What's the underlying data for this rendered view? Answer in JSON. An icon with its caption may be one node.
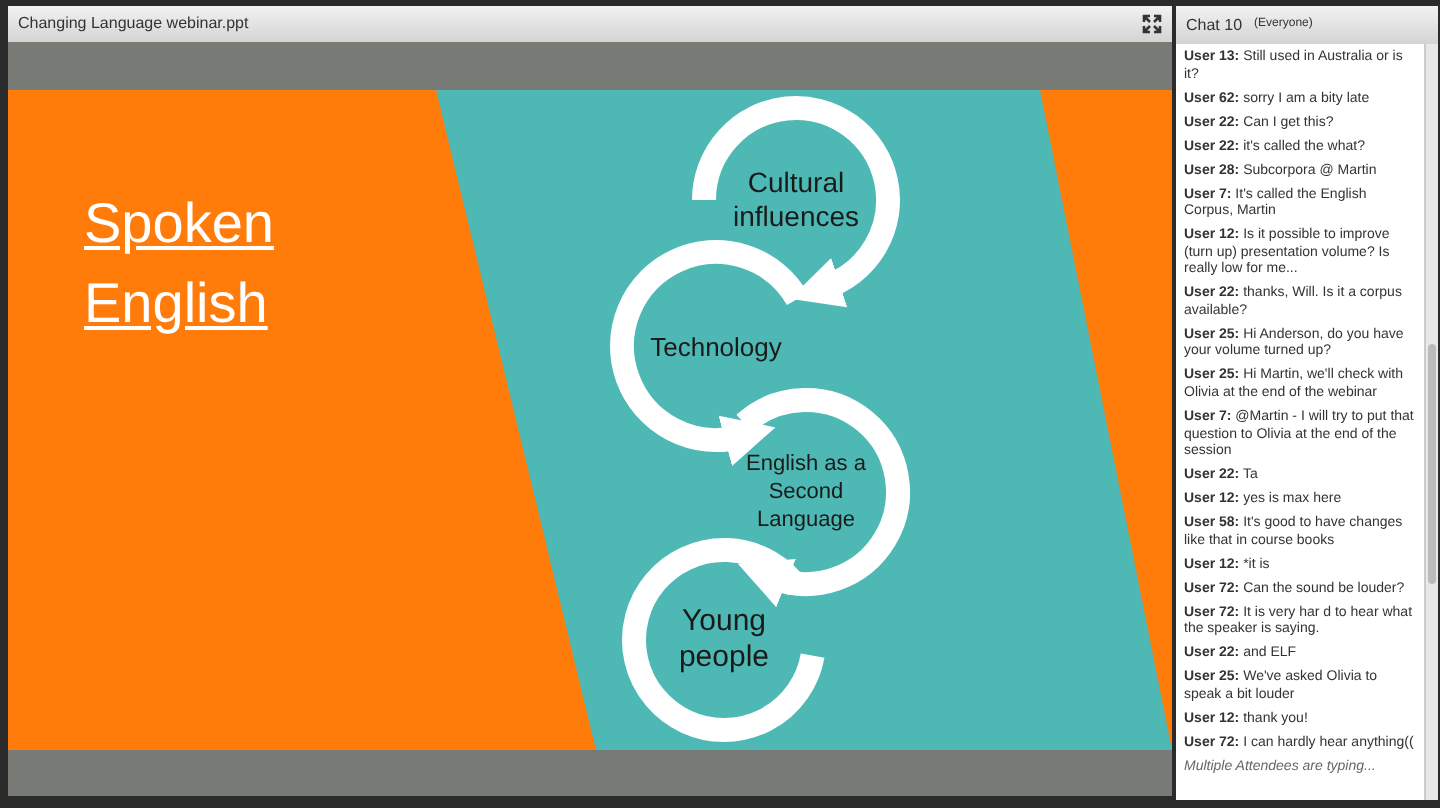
{
  "diagram": {
    "nodes": [
      {
        "text": [
          "Cultural influences"
        ]
      },
      {
        "text": [
          "Technology"
        ]
      },
      {
        "text": [
          "English as a Second Language"
        ]
      },
      {
        "text": [
          "Young people"
        ]
      }
    ],
    "edges": [
      {
        "from": 0,
        "to": 1,
        "arrow": "to"
      },
      {
        "from": 1,
        "to": 2,
        "arrow": "to"
      },
      {
        "from": 2,
        "to": 3,
        "arrow": "to"
      }
    ],
    "labels": [
      "Changing Language webinar.ppt",
      "Spoken English",
      "Chat 10",
      "(Everyone)",
      "**User 13:** Still used in Australia or is it?",
      "**User 62:** sorry I am a bity late",
      "**User 22:** Can I get this?",
      "**User 22:** it's called the what?",
      "**User 28:** Subcorpora @ Martin",
      "**User 7:** It's called the English Corpus, Martin",
      "**User 12:** Is it possible to improve (turn up) presentation volume? Is really low for me...",
      "**User 22:** thanks, Will. Is it a corpus available?",
      "**User 25:** Hi Anderson, do you have your volume turned up?",
      "**User 25:** Hi Martin, we'll check with Olivia at the end of the webinar",
      "**User 7:** @Martin - I will try to put that question to Olivia at the end of the session",
      "**User 22:** Ta",
      "**User 12:** yes is max here",
      "**User 58:** It's good to have changes like that in course books",
      "**User 12:** *it is",
      "**User 72:** Can the sound be louder?",
      "**User 72:** It is very har d to hear what the speaker is saying.",
      "**User 22:** and ELF",
      "**User 25:** We've asked Olivia to speak a bit louder",
      "**User 12:** thank you!",
      "**User 72:** I can hardly hear anything((",
      "Multiple Attendees are typing..."
    ]
  }
}
